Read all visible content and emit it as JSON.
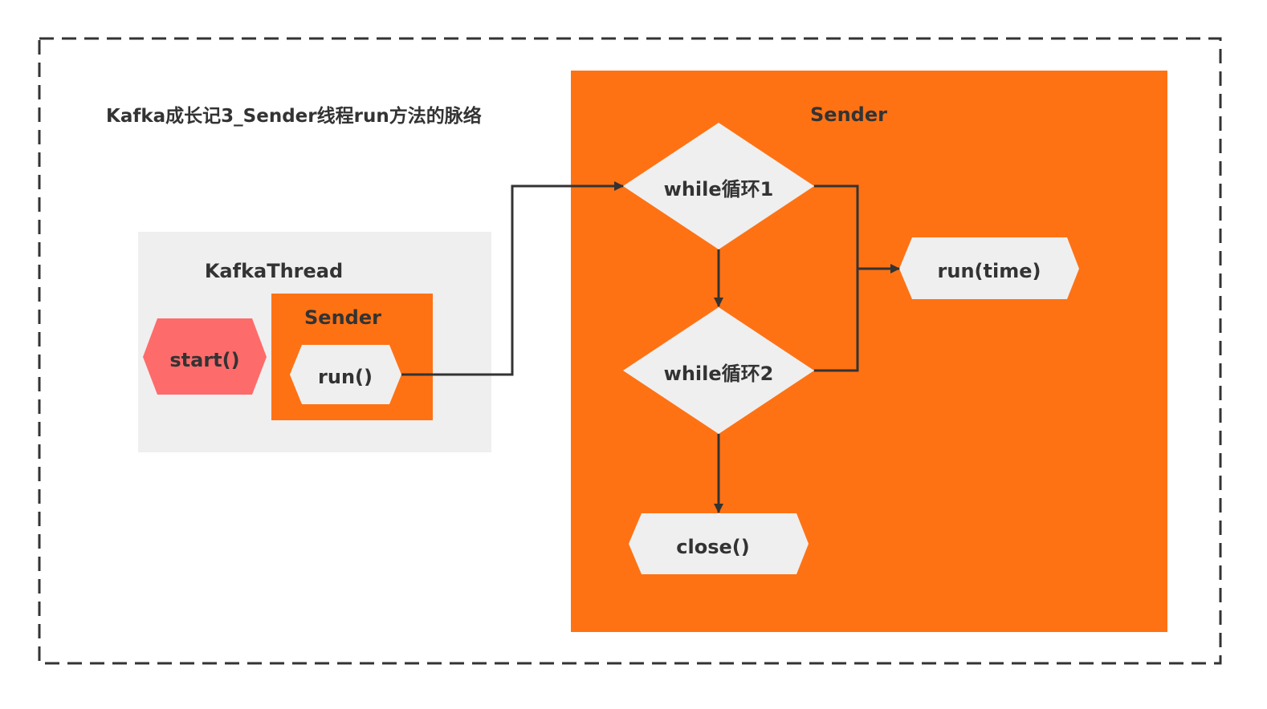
{
  "title": "Kafka成长记3_Sender线程run方法的脉络",
  "kafka_thread": {
    "label": "KafkaThread",
    "start": "start()",
    "sender_label": "Sender",
    "run": "run()"
  },
  "sender": {
    "label": "Sender",
    "loop1": "while循环1",
    "loop2": "while循环2",
    "run_time": "run(time)",
    "close": "close()"
  },
  "colors": {
    "orange": "#fe7214",
    "light_gray": "#efefef",
    "red_hex": "#fe6b6b",
    "text": "#333333",
    "arrow": "#333333"
  }
}
